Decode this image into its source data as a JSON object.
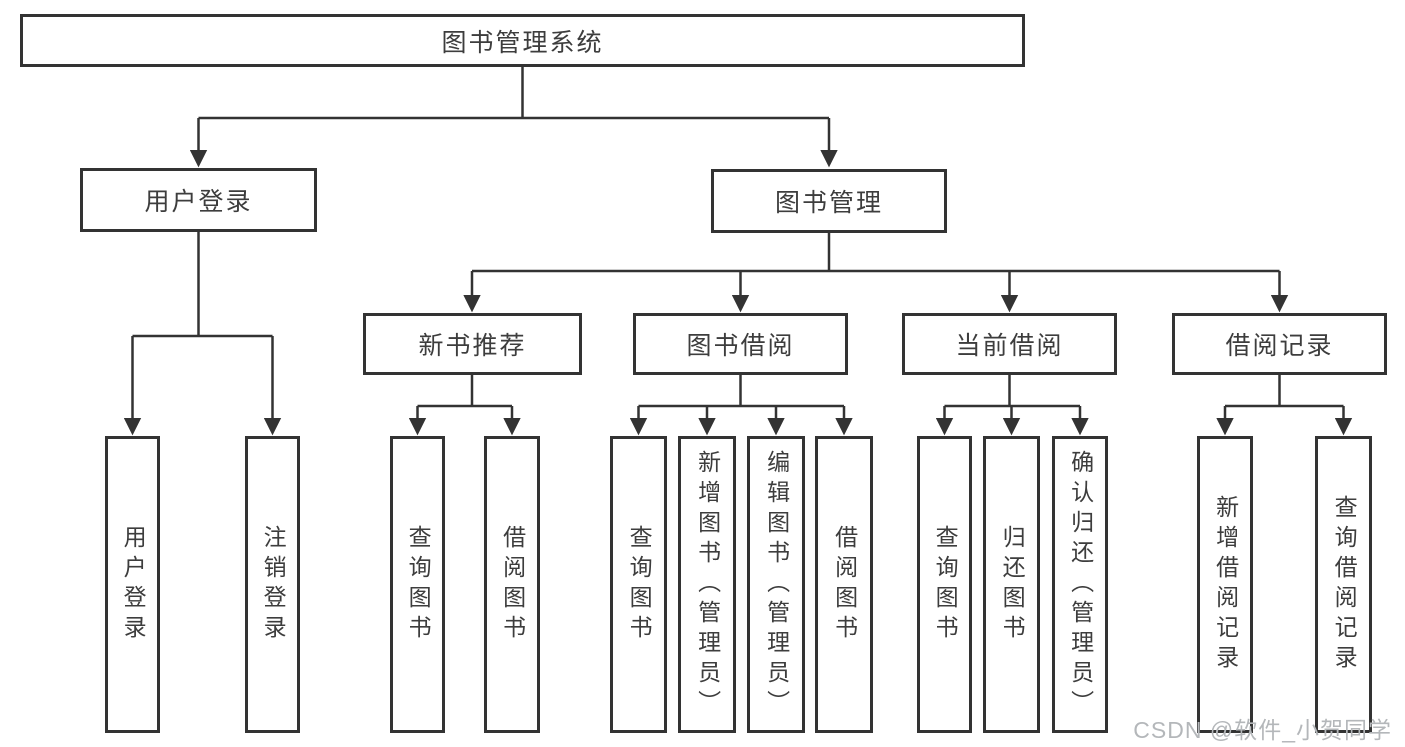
{
  "diagram": {
    "title": "图书管理系统",
    "root": {
      "label": "图书管理系统"
    },
    "level2": [
      {
        "id": "user-login",
        "label": "用户登录"
      },
      {
        "id": "book-management",
        "label": "图书管理"
      }
    ],
    "level3": [
      {
        "id": "new-book-recommendation",
        "label": "新书推荐",
        "parent": "图书管理"
      },
      {
        "id": "book-borrowing",
        "label": "图书借阅",
        "parent": "图书管理"
      },
      {
        "id": "current-borrowing",
        "label": "当前借阅",
        "parent": "图书管理"
      },
      {
        "id": "borrowing-records",
        "label": "借阅记录",
        "parent": "图书管理"
      }
    ],
    "leaves": [
      {
        "id": "user-login-leaf",
        "label": "用户登录",
        "parent": "用户登录"
      },
      {
        "id": "logout",
        "label": "注销登录",
        "parent": "用户登录"
      },
      {
        "id": "query-books-1",
        "label": "查询图书",
        "parent": "新书推荐"
      },
      {
        "id": "borrow-books-1",
        "label": "借阅图书",
        "parent": "新书推荐"
      },
      {
        "id": "query-books-2",
        "label": "查询图书",
        "parent": "图书借阅"
      },
      {
        "id": "add-books-admin",
        "label": "新增图书（管理员）",
        "parent": "图书借阅"
      },
      {
        "id": "edit-books-admin",
        "label": "编辑图书（管理员）",
        "parent": "图书借阅"
      },
      {
        "id": "borrow-books-2",
        "label": "借阅图书",
        "parent": "图书借阅"
      },
      {
        "id": "query-books-3",
        "label": "查询图书",
        "parent": "当前借阅"
      },
      {
        "id": "return-books",
        "label": "归还图书",
        "parent": "当前借阅"
      },
      {
        "id": "confirm-return-admin",
        "label": "确认归还（管理员）",
        "parent": "当前借阅"
      },
      {
        "id": "add-borrow-record",
        "label": "新增借阅记录",
        "parent": "借阅记录"
      },
      {
        "id": "query-borrow-record",
        "label": "查询借阅记录",
        "parent": "借阅记录"
      }
    ]
  },
  "watermark": "CSDN @软件_小贺同学",
  "colors": {
    "line": "#333333",
    "text": "#3d3d3d",
    "watermark": "#b4b7ba",
    "background": "#ffffff"
  }
}
